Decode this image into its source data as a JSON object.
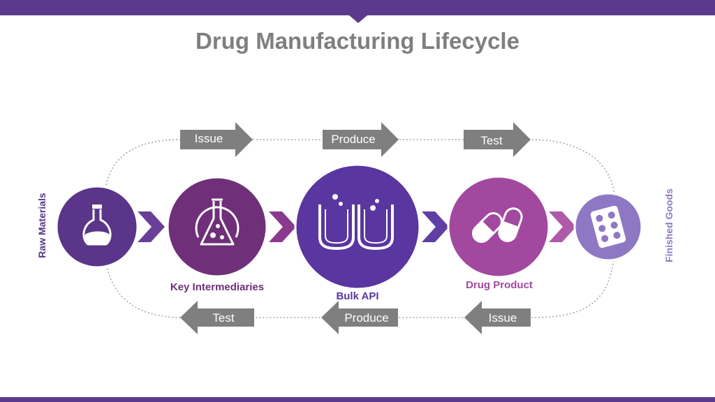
{
  "title": "Drug Manufacturing Lifecycle",
  "colors": {
    "brand": "#5b3a8c",
    "raw_materials": "#5a3589",
    "key_intermediaries": "#6f2f79",
    "bulk_api": "#5a36a0",
    "drug_product": "#a2489f",
    "finished_goods": "#8e78c4",
    "arrow_gray": "#7f7f7f"
  },
  "nodes": {
    "raw_materials": {
      "label": "Raw Materials",
      "icon": "flask-icon"
    },
    "key_intermediaries": {
      "label": "Key Intermediaries",
      "icon": "beaker-icon"
    },
    "bulk_api": {
      "label": "Bulk API",
      "icon": "test-tubes-icon"
    },
    "drug_product": {
      "label": "Drug Product",
      "icon": "capsules-icon"
    },
    "finished_goods": {
      "label": "Finished Goods",
      "icon": "blister-pack-icon"
    }
  },
  "top_steps": [
    "Issue",
    "Produce",
    "Test"
  ],
  "bottom_steps": [
    "Test",
    "Produce",
    "Issue"
  ]
}
